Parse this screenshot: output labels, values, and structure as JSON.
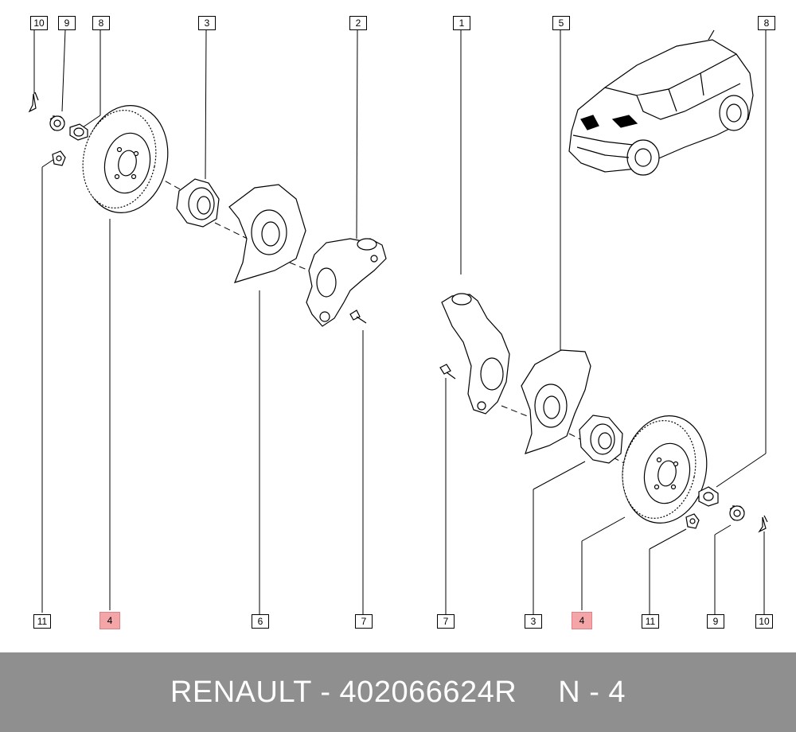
{
  "callouts": {
    "top_left": [
      "10",
      "9",
      "8",
      "3",
      "2"
    ],
    "top_right": [
      "1",
      "5",
      "8"
    ],
    "bottom": [
      "11",
      "4",
      "6",
      "7",
      "7",
      "3",
      "4",
      "11",
      "9",
      "10"
    ]
  },
  "highlight_color": "#f4a5a8",
  "footer": {
    "part_label": "RENAULT - 402066624R",
    "ref_label": "N - 4"
  },
  "footer_color": "#8f8f8f"
}
